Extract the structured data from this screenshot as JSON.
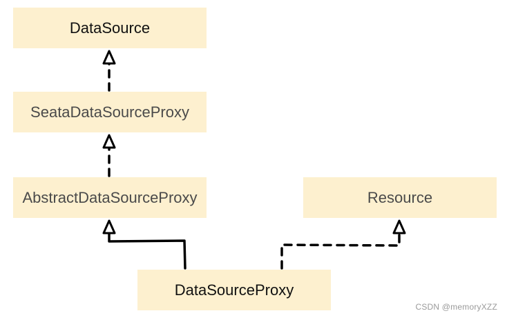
{
  "nodes": {
    "datasource": "DataSource",
    "seata_proxy": "SeataDataSourceProxy",
    "abstract_proxy": "AbstractDataSourceProxy",
    "resource": "Resource",
    "datasource_proxy": "DataSourceProxy"
  },
  "colors": {
    "box_fill": "#fdf0cf",
    "line": "#000000"
  },
  "watermark": "CSDN @memoryXZZ"
}
